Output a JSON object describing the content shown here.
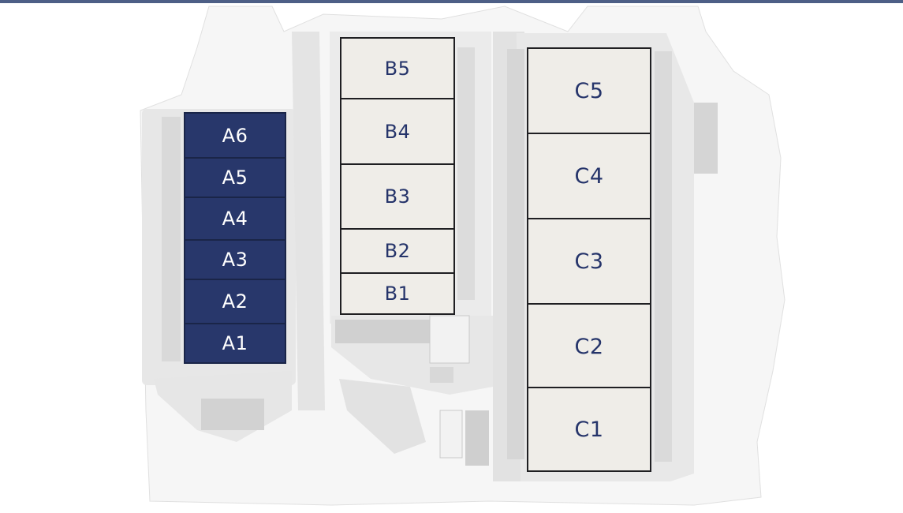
{
  "map": {
    "phase_a_color": "#28376b",
    "phase_bc_color": "#efede8",
    "label_color": "#25346a",
    "units": {
      "A6": "A6",
      "A5": "A5",
      "A4": "A4",
      "A3": "A3",
      "A2": "A2",
      "A1": "A1",
      "B5": "B5",
      "B4": "B4",
      "B3": "B3",
      "B2": "B2",
      "B1": "B1",
      "C5": "C5",
      "C4": "C4",
      "C3": "C3",
      "C2": "C2",
      "C1": "C1"
    }
  }
}
